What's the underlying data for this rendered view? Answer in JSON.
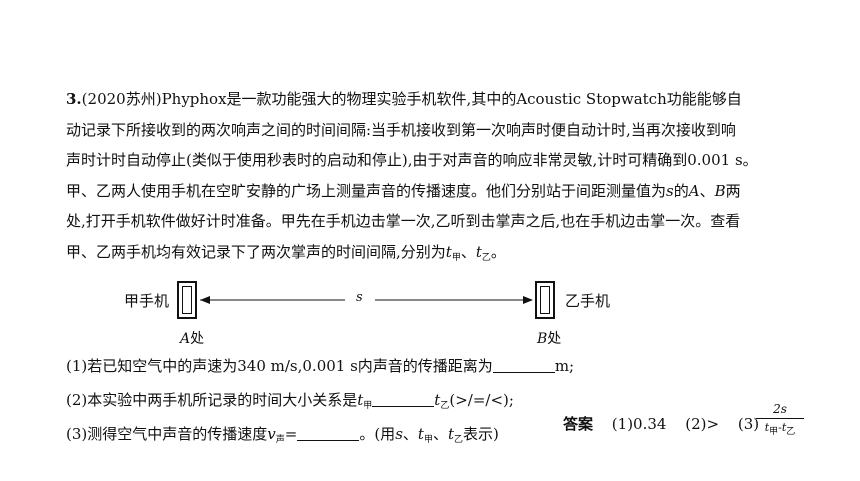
{
  "problem": {
    "number": "3.",
    "source": "(2020苏州)",
    "p1": "Phyphox是一款功能强大的物理实验手机软件,其中的Acoustic Stopwatch功能能够自",
    "p2": "动记录下所接收到的两次响声之间的时间间隔:当手机接收到第一次响声时便自动计时,当再次接收到响",
    "p3": "声时计时自动停止(类似于使用秒表时的启动和停止),由于对声音的响应非常灵敏,计时可精确到0.001 s。",
    "p4a": "甲、乙两人使用手机在空旷安静的广场上测量声音的传播速度。他们分别站于间距测量值为",
    "p4s": "s",
    "p4b": "的",
    "p4A": "A",
    "p4c": "、",
    "p4B": "B",
    "p4d": "两",
    "p5": "处,打开手机软件做好计时准备。甲先在手机边击掌一次,乙听到击掌声之后,也在手机边击掌一次。查看",
    "p6a": "甲、乙两手机均有效记录下了两次掌声的时间间隔,分别为",
    "t": "t",
    "sub_jia": "甲",
    "sub_yi": "乙",
    "sub_sheng": "声",
    "dun": "、",
    "p6end": "。"
  },
  "figure": {
    "left_phone_label": "甲手机",
    "right_phone_label": "乙手机",
    "distance_label": "s",
    "point_a_letter": "A",
    "point_b_letter": "B",
    "point_suffix": "处"
  },
  "questions": {
    "q1a": "(1)若已知空气中的声速为340 m/s,0.001 s内声音的传播距离为",
    "q1b": "m;",
    "q2a": "(2)本实验中两手机所记录的时间大小关系是",
    "q2b": "(>/=/<);",
    "q3a": "(3)测得空气中声音的传播速度",
    "v": "v",
    "q3b": "=",
    "q3c": "。(用",
    "q3s": "s",
    "q3d": "、",
    "q3e": "表示)"
  },
  "answer": {
    "label": "答案",
    "a1": "(1)0.34",
    "a2": "(2)>",
    "a3": "(3)",
    "numerator": "2s",
    "den_t": "t",
    "minus": "-"
  }
}
